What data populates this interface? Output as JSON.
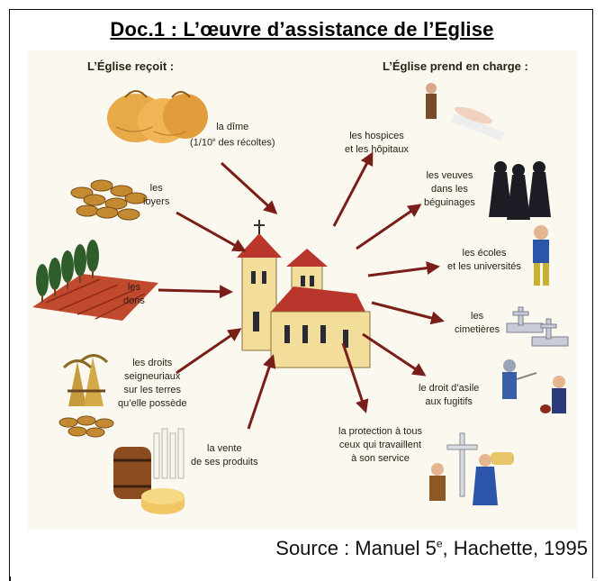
{
  "document": {
    "title": "Doc.1 : L’œuvre d’assistance de l’Eglise",
    "source_prefix": "Source : Manuel 5",
    "source_sup": "e",
    "source_suffix": ", Hachette, 1995"
  },
  "diagram": {
    "receives_header": "L’Église reçoit :",
    "takes_charge_header": "L’Église prend en charge :",
    "receives": {
      "dime_line1": "la dîme",
      "dime_line2_a": "(1/10",
      "dime_line2_sup": "e",
      "dime_line2_b": " des récoltes)",
      "loyers_line1": "les",
      "loyers_line2": "loyers",
      "dons_line1": "les",
      "dons_line2": "dons",
      "droits_line1": "les droits",
      "droits_line2": "seigneuriaux",
      "droits_line3": "sur les terres",
      "droits_line4": "qu’elle possède",
      "vente_line1": "la vente",
      "vente_line2": "de ses produits"
    },
    "takes_charge": {
      "hospices_line1": "les hospices",
      "hospices_line2": "et les hôpitaux",
      "veuves_line1": "les veuves",
      "veuves_line2": "dans les",
      "veuves_line3": "béguinages",
      "ecoles_line1": "les écoles",
      "ecoles_line2": "et les universités",
      "cimetieres_line1": "les",
      "cimetieres_line2": "cimetières",
      "asile_line1": "le droit d’asile",
      "asile_line2": "aux fugitifs",
      "protection_line1": "la protection à tous",
      "protection_line2": "ceux qui travaillent",
      "protection_line3": "à son service"
    },
    "colors": {
      "arrow": "#7a1e1a",
      "roof": "#b8362b",
      "wall": "#f2dd9a",
      "background": "#fbf8ef"
    }
  }
}
